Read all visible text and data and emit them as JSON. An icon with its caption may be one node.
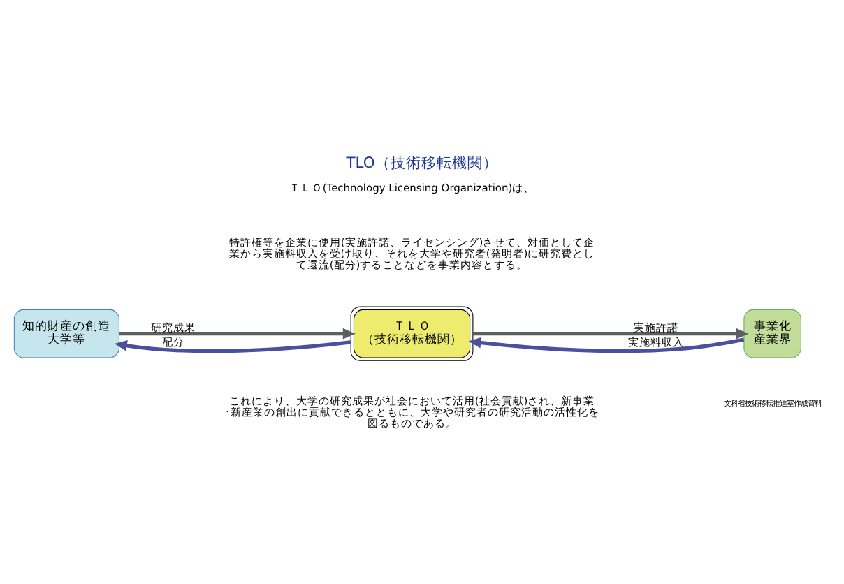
{
  "diagram": {
    "title": "TLO（技術移転機関）",
    "nodes": [
      {
        "text": [
          "知的財産の創造",
          "大学等"
        ]
      },
      {
        "text": [
          "ＴＬＯ",
          "（技術移転機関）"
        ]
      },
      {
        "text": [
          "事業化",
          "産業界"
        ]
      }
    ],
    "edges": [
      {
        "from": 0,
        "to": 1,
        "arrow": "to",
        "label": "研究成果",
        "color": "#5a5f5f"
      },
      {
        "from": 1,
        "to": 2,
        "arrow": "to",
        "label": "実施許諾",
        "color": "#5a5f5f"
      },
      {
        "from": 2,
        "to": 1,
        "arrow": "to",
        "label": "実施料収入",
        "color": "#4a4f9e"
      },
      {
        "from": 1,
        "to": 0,
        "arrow": "to",
        "label": "配分",
        "color": "#4a4f9e"
      }
    ],
    "labels": [
      "ＴＬＯ(Technology Licensing Organization)は、",
      "特許権等を企業に使用(実施許諾、ライセンシング)させて、対価として企業から実施料収入を受け取り、それを大学や研究者(発明者)に研究費として還流(配分)することなどを事業内容とする。",
      "これにより、大学の研究成果が社会において活用(社会貢献)され、新事業･新産業の創出に貢献できるとともに、大学や研究者の研究活動の活性化を図るものである。",
      "文科省技術移転推進室作成資料"
    ]
  }
}
